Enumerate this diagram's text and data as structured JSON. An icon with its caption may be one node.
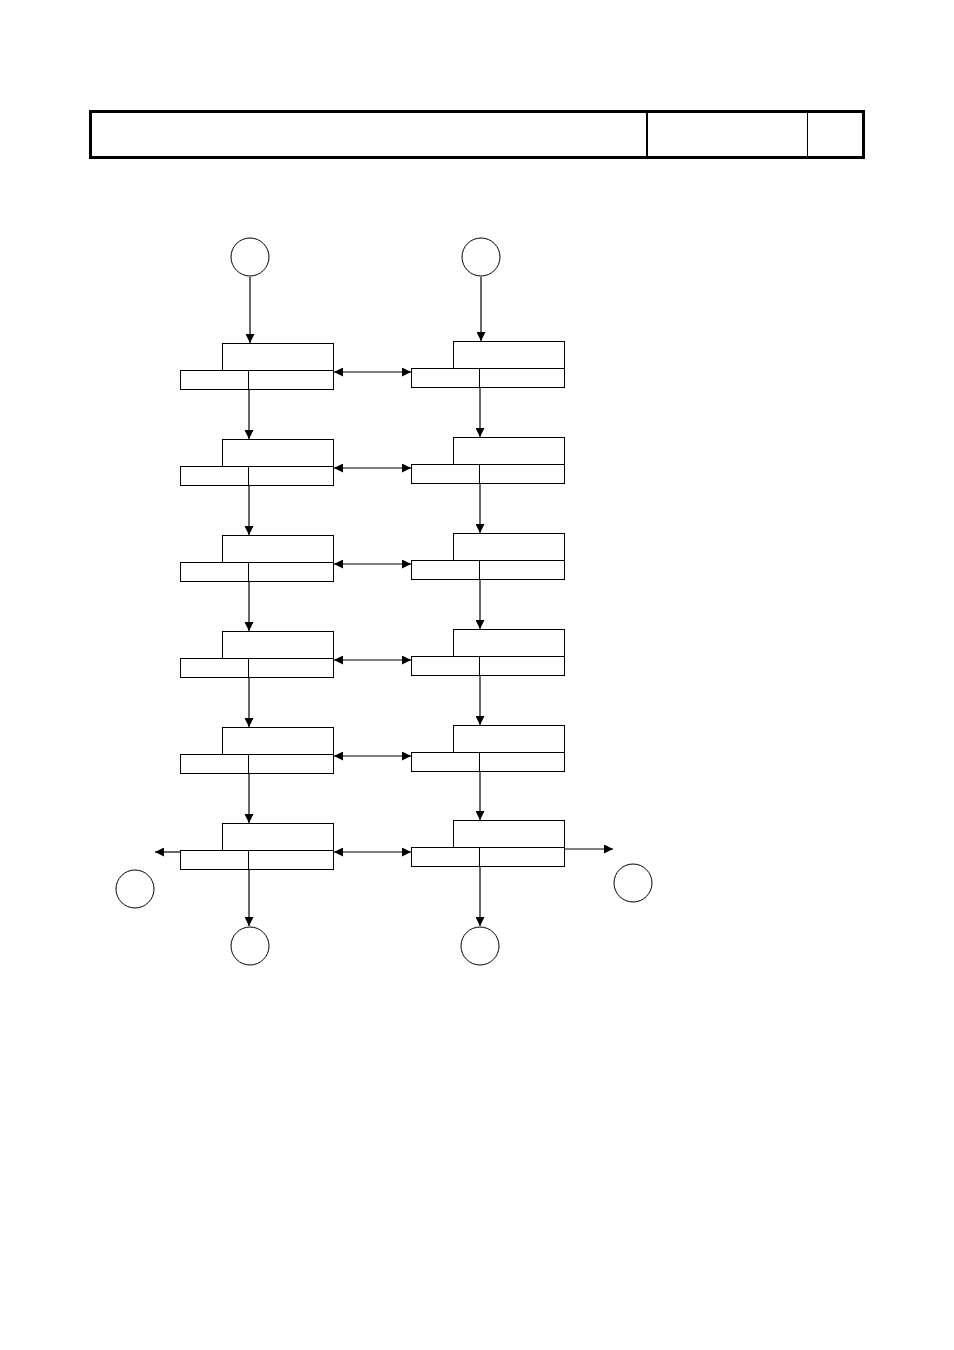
{
  "diagram": {
    "nodes": [
      {
        "text": [],
        "shape": "circle"
      },
      {
        "text": [],
        "shape": "circle"
      },
      {
        "text": [],
        "shape": "box"
      },
      {
        "text": [],
        "shape": "box"
      },
      {
        "text": [],
        "shape": "box"
      },
      {
        "text": [],
        "shape": "box"
      },
      {
        "text": [],
        "shape": "box"
      },
      {
        "text": [],
        "shape": "box"
      },
      {
        "text": [],
        "shape": "box"
      },
      {
        "text": [],
        "shape": "box"
      },
      {
        "text": [],
        "shape": "box"
      },
      {
        "text": [],
        "shape": "box"
      },
      {
        "text": [],
        "shape": "box"
      },
      {
        "text": [],
        "shape": "box"
      },
      {
        "text": [],
        "shape": "circle"
      },
      {
        "text": [],
        "shape": "circle"
      },
      {
        "text": [],
        "shape": "circle"
      },
      {
        "text": [],
        "shape": "circle"
      }
    ],
    "edges": [
      {
        "from": 0,
        "to": 2,
        "arrow": "to"
      },
      {
        "from": 1,
        "to": 3,
        "arrow": "to"
      },
      {
        "from": 2,
        "to": 3,
        "arrow": "both"
      },
      {
        "from": 2,
        "to": 4,
        "arrow": "to"
      },
      {
        "from": 3,
        "to": 5,
        "arrow": "to"
      },
      {
        "from": 4,
        "to": 5,
        "arrow": "both"
      },
      {
        "from": 4,
        "to": 6,
        "arrow": "to"
      },
      {
        "from": 5,
        "to": 7,
        "arrow": "to"
      },
      {
        "from": 6,
        "to": 7,
        "arrow": "both"
      },
      {
        "from": 6,
        "to": 8,
        "arrow": "to"
      },
      {
        "from": 7,
        "to": 9,
        "arrow": "to"
      },
      {
        "from": 8,
        "to": 9,
        "arrow": "both"
      },
      {
        "from": 8,
        "to": 10,
        "arrow": "to"
      },
      {
        "from": 9,
        "to": 11,
        "arrow": "to"
      },
      {
        "from": 10,
        "to": 11,
        "arrow": "both"
      },
      {
        "from": 10,
        "to": 12,
        "arrow": "to"
      },
      {
        "from": 11,
        "to": 13,
        "arrow": "to"
      },
      {
        "from": 12,
        "to": 13,
        "arrow": "both"
      },
      {
        "from": 12,
        "to": 14,
        "arrow": "to"
      },
      {
        "from": 13,
        "to": 15,
        "arrow": "to"
      },
      {
        "from": 12,
        "to": 16,
        "arrow": "to"
      },
      {
        "from": 13,
        "to": 17,
        "arrow": "to"
      }
    ]
  }
}
